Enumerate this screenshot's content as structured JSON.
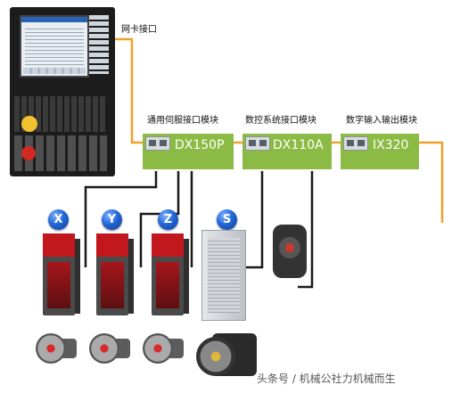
{
  "labels": {
    "network_port": "网卡接口",
    "servo_interface": "通用伺服接口模块",
    "cnc_interface": "数控系统接口模块",
    "io_module": "数字输入输出模块"
  },
  "modules": [
    {
      "name": "DX150P"
    },
    {
      "name": "DX110A"
    },
    {
      "name": "IX320"
    }
  ],
  "axes": [
    {
      "letter": "X"
    },
    {
      "letter": "Y"
    },
    {
      "letter": "Z"
    },
    {
      "letter": "S"
    }
  ],
  "watermark": "头条号 / 机械公社力机械而生",
  "colors": {
    "module_green": "#8cbb45",
    "network_cable": "#f0a12c",
    "signal_cable": "#1a1a1a",
    "drive_red": "#c2171d",
    "badge_blue": "#2166d6"
  }
}
